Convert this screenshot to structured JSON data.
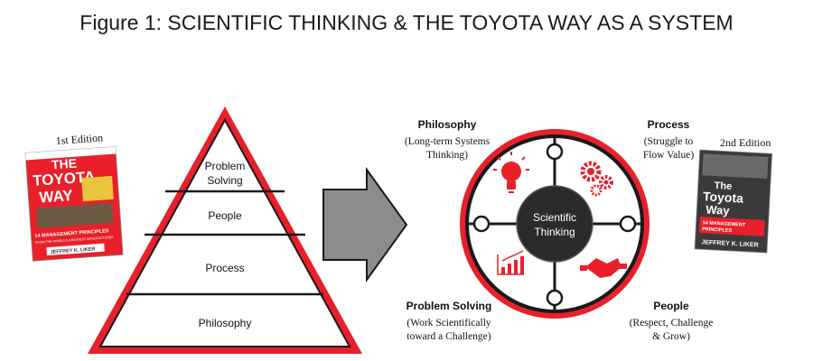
{
  "title": "Figure 1: SCIENTIFIC THINKING & THE TOYOTA WAY AS A SYSTEM",
  "colors": {
    "red": "#e8202a",
    "dark": "#2b2b2b",
    "gray": "#8c8c8c"
  },
  "pyramid": {
    "levels": [
      "Problem Solving",
      "People",
      "Process",
      "Philosophy"
    ],
    "top_line1": "Problem",
    "top_line2": "Solving"
  },
  "arrow_icon": "right-arrow-icon",
  "wheel": {
    "center_line1": "Scientific",
    "center_line2": "Thinking",
    "icons": [
      "lightbulb-icon",
      "gears-icon",
      "bar-chart-icon",
      "handshake-icon"
    ]
  },
  "quadrants": {
    "philosophy": {
      "title": "Philosophy",
      "line1": "(Long-term Systems",
      "line2": "Thinking)"
    },
    "process": {
      "title": "Process",
      "line1": "(Struggle to",
      "line2": "Flow Value)"
    },
    "problem_solving": {
      "title": "Problem Solving",
      "line1": "(Work Scientifically",
      "line2": "toward a Challenge)"
    },
    "people": {
      "title": "People",
      "line1": "(Respect, Challenge",
      "line2": "& Grow)"
    }
  },
  "books": {
    "first": {
      "edition": "1st Edition",
      "line1": "THE",
      "line2": "TOYOTA",
      "line3": "WAY",
      "subtitle1": "14 MANAGEMENT PRINCIPLES",
      "subtitle2": "FROM THE WORLD'S GREATEST MANUFACTURER",
      "author": "JEFFREY K. LIKER"
    },
    "second": {
      "edition": "2nd Edition",
      "line1": "The",
      "line2": "Toyota",
      "line3": "Way",
      "subtitle1": "14 MANAGEMENT",
      "subtitle2": "PRINCIPLES",
      "author": "JEFFREY K. LIKER"
    }
  }
}
